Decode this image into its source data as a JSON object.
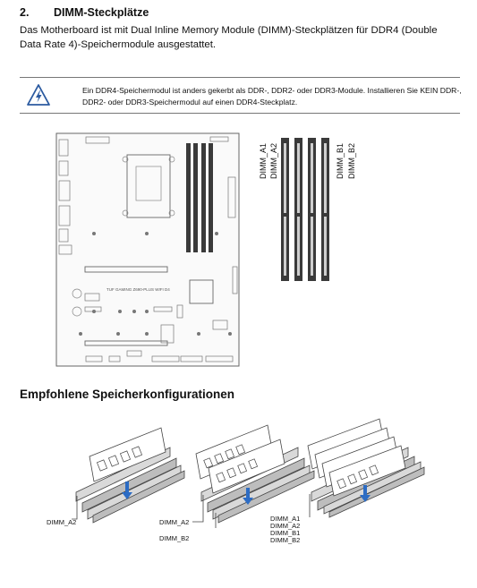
{
  "section": {
    "number": "2.",
    "title": "DIMM-Steckplätze",
    "intro": "Das Motherboard ist mit Dual Inline Memory Module (DIMM)-Steckplätzen für DDR4 (Double Data Rate 4)-Speichermodule ausgestattet."
  },
  "warning": {
    "icon": "electric-hazard-icon",
    "text": "Ein DDR4-Speichermodul ist anders gekerbt als DDR-, DDR2- oder DDR3-Module. Installieren Sie KEIN DDR-, DDR2- oder DDR3-Speichermodul auf einen DDR4-Steckplatz."
  },
  "board": {
    "model": "TUF GAMING Z690-PLUS WIFI D4"
  },
  "slots": {
    "labels": [
      "DIMM_A1",
      "DIMM_A2",
      "DIMM_B1",
      "DIMM_B2"
    ]
  },
  "configs": {
    "heading": "Empfohlene Speicherkonfigurationen",
    "one": [
      "DIMM_A2"
    ],
    "two": [
      "DIMM_A2",
      "DIMM_B2"
    ],
    "four": [
      "DIMM_A1",
      "DIMM_A2",
      "DIMM_B1",
      "DIMM_B2"
    ]
  },
  "colors": {
    "slot_dark": "#3a3a3a",
    "board_line": "#666666",
    "arrow": "#2c6cc4"
  }
}
